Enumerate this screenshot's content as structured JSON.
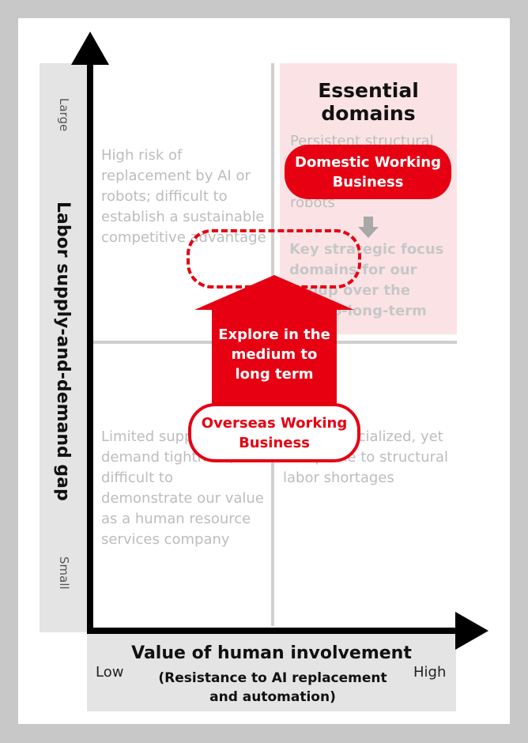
{
  "y_axis": {
    "title": "Labor supply-and-demand gap",
    "top_label": "Large",
    "bottom_label": "Small"
  },
  "x_axis": {
    "title": "Value of human involvement",
    "subtitle": "(Resistance to AI replacement and automation)",
    "low_label": "Low",
    "high_label": "High"
  },
  "quadrants": {
    "top_left": "High risk of replacement by AI or robots; difficult to establish a sustainable competitive advantage",
    "top_right_title": "Essential domains",
    "top_right_text": "Persistent structural labor shortage, less replaceable by AI or robots",
    "top_right_focus": "Key strategic focus domains for our Group over the mid-to-long-term",
    "bottom_left": "Limited supply and demand tightness, difficult to demonstrate our value as a human resource services company",
    "bottom_right": "Highly specialized, yet less prone to structural labor shortages"
  },
  "businesses": {
    "domestic": "Domestic Working Business",
    "overseas": "Overseas Working Business",
    "explore_arrow": "Explore in the medium to long term"
  },
  "colors": {
    "accent": "#e60012",
    "pink": "#fbe3e5",
    "band_gray": "#e4e4e4",
    "faded_text": "#bdbdbd"
  }
}
